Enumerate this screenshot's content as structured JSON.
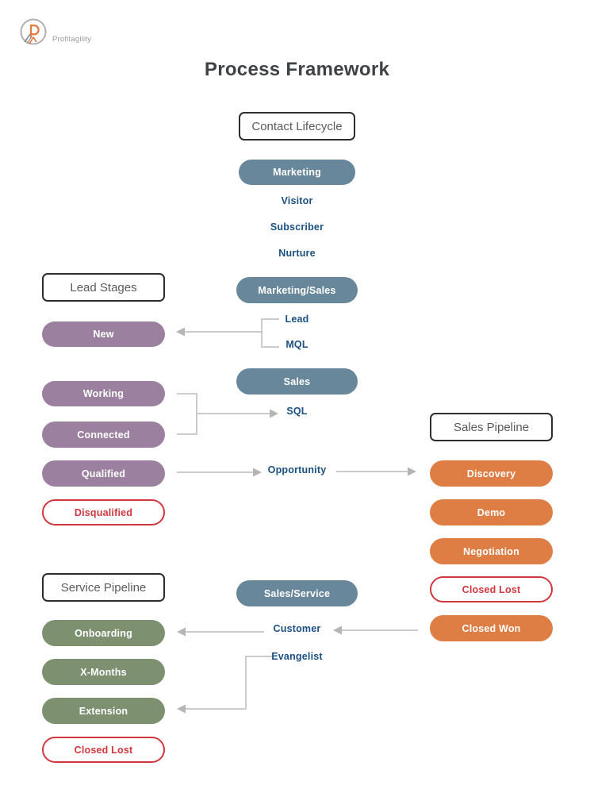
{
  "header": {
    "logo_text": "Profitagility",
    "title": "Process Framework"
  },
  "center": {
    "contact_lifecycle": "Contact Lifecycle",
    "marketing": "Marketing",
    "visitor": "Visitor",
    "subscriber": "Subscriber",
    "nurture": "Nurture",
    "marketing_sales": "Marketing/Sales",
    "lead": "Lead",
    "mql": "MQL",
    "sales": "Sales",
    "sql": "SQL",
    "opportunity": "Opportunity",
    "sales_service": "Sales/Service",
    "customer": "Customer",
    "evangelist": "Evangelist"
  },
  "lead_stages": {
    "title": "Lead Stages",
    "new": "New",
    "working": "Working",
    "connected": "Connected",
    "qualified": "Qualified",
    "disqualified": "Disqualified"
  },
  "sales_pipeline": {
    "title": "Sales Pipeline",
    "discovery": "Discovery",
    "demo": "Demo",
    "negotiation": "Negotiation",
    "closed_lost": "Closed Lost",
    "closed_won": "Closed Won"
  },
  "service_pipeline": {
    "title": "Service Pipeline",
    "onboarding": "Onboarding",
    "x_months": "X-Months",
    "extension": "Extension",
    "closed_lost": "Closed Lost"
  },
  "colors": {
    "slate": "#69879b",
    "purple": "#9b819f",
    "green": "#7d9171",
    "orange": "#de7e45",
    "red": "#d2373e",
    "navy": "#1a5082",
    "line": "#cbcbcb",
    "arrow": "#b5b5b5"
  }
}
